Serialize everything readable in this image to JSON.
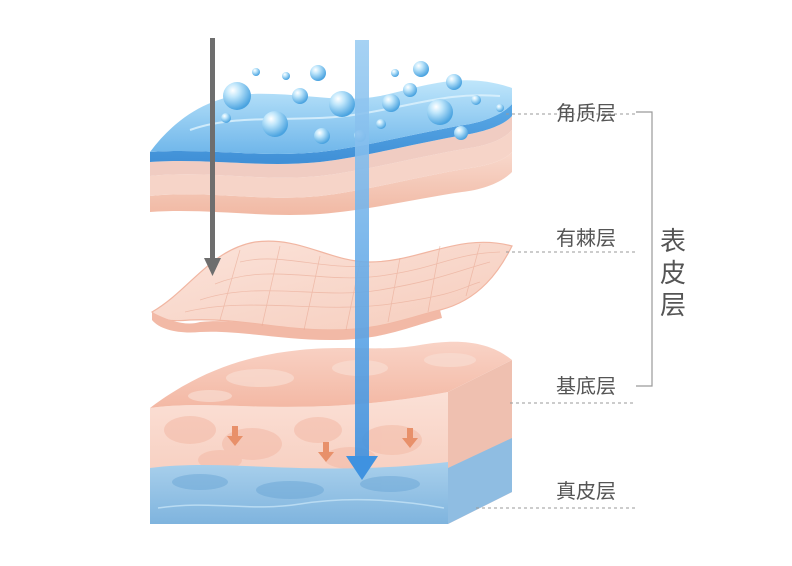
{
  "layers": {
    "stratum_corneum": "角质层",
    "stratum_spinosum": "有棘层",
    "stratum_basale": "基底层",
    "dermis": "真皮层"
  },
  "group": {
    "label_chars": [
      "表",
      "皮",
      "层"
    ]
  },
  "colors": {
    "water_blue": "#5aa9e6",
    "skin_pink": "#f4c4b4",
    "dermis_blue": "#9cc8e6",
    "arrow_gray": "#6e6e6e",
    "arrow_blue": "#4a9ee6",
    "down_arrow_orange": "#e8906a",
    "label_gray": "#555555"
  }
}
